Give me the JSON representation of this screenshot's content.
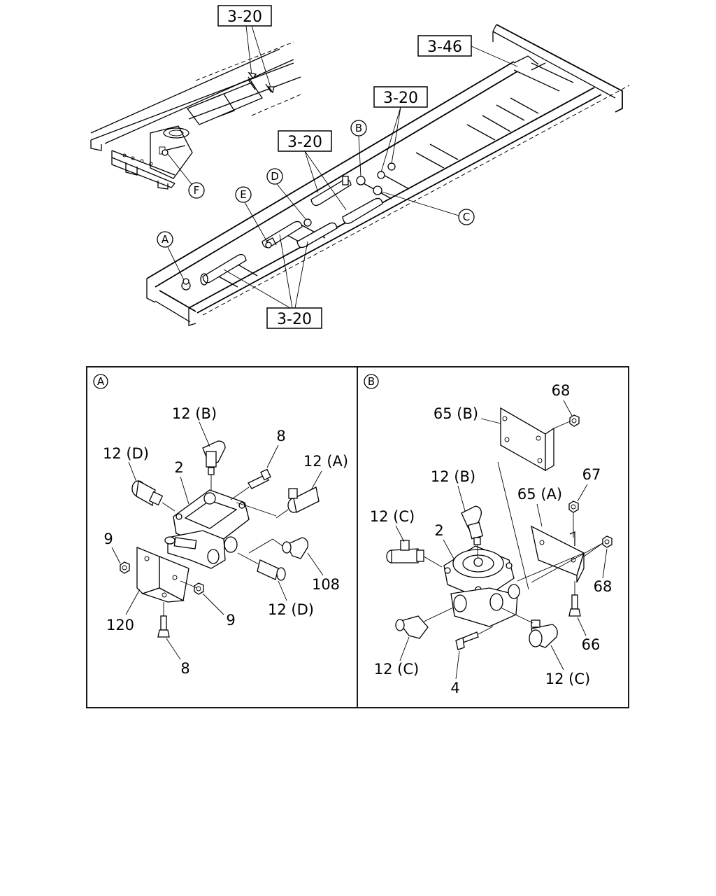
{
  "overview": {
    "ref_boxes": {
      "top_left": "3-20",
      "right": "3-46",
      "mid_right": "3-20",
      "mid": "3-20",
      "bottom": "3-20"
    },
    "callouts": {
      "A": "A",
      "B": "B",
      "C": "C",
      "D": "D",
      "E": "E",
      "F": "F"
    }
  },
  "detail_a": {
    "tag": "A",
    "labels": {
      "pipe_b": "12 (B)",
      "pipe_d_top": "12 (D)",
      "bolt_8_top": "8",
      "pipe_a": "12 (A)",
      "valve": "2",
      "nut_9_left": "9",
      "elbow_108": "108",
      "bracket_120": "120",
      "nut_9_right": "9",
      "pipe_d_bottom": "12 (D)",
      "bolt_8_bottom": "8"
    }
  },
  "detail_b": {
    "tag": "B",
    "labels": {
      "nut_68_top": "68",
      "bracket_65b": "65 (B)",
      "pipe_b": "12 (B)",
      "nut_67": "67",
      "bracket_65a": "65 (A)",
      "pipe_c_top": "12 (C)",
      "valve": "2",
      "nut_68_right": "68",
      "bolt_66": "66",
      "pipe_c_left": "12 (C)",
      "bolt_4": "4",
      "pipe_c_right": "12 (C)"
    }
  }
}
